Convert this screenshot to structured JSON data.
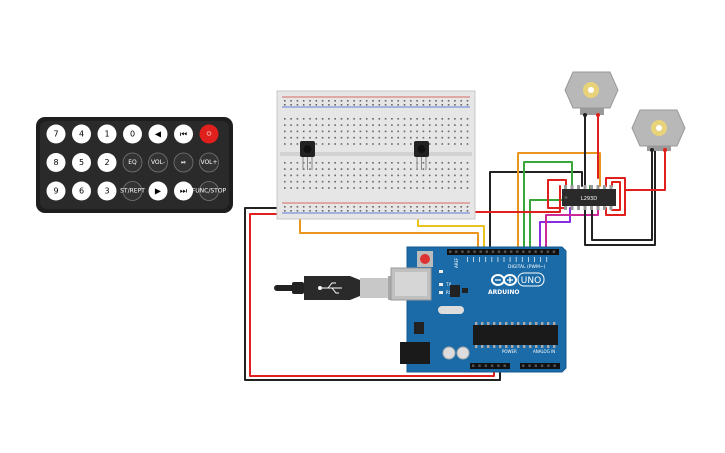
{
  "canvas": {
    "background": "#ffffff"
  },
  "remote": {
    "buttons": [
      {
        "label": "7",
        "kind": "digit"
      },
      {
        "label": "4",
        "kind": "digit"
      },
      {
        "label": "1",
        "kind": "digit"
      },
      {
        "label": "0",
        "kind": "digit"
      },
      {
        "label": "◀",
        "kind": "digit"
      },
      {
        "label": "⏮",
        "kind": "digit"
      },
      {
        "label": "⏻",
        "kind": "power"
      },
      {
        "label": "8",
        "kind": "digit"
      },
      {
        "label": "5",
        "kind": "digit"
      },
      {
        "label": "2",
        "kind": "digit"
      },
      {
        "label": "EQ",
        "kind": "dark"
      },
      {
        "label": "VOL-",
        "kind": "dark"
      },
      {
        "label": "⏯",
        "kind": "dark"
      },
      {
        "label": "VOL+",
        "kind": "dark"
      },
      {
        "label": "9",
        "kind": "digit"
      },
      {
        "label": "6",
        "kind": "digit"
      },
      {
        "label": "3",
        "kind": "digit"
      },
      {
        "label": "ST/REPT",
        "kind": "dark"
      },
      {
        "label": "▶",
        "kind": "digit"
      },
      {
        "label": "⏭",
        "kind": "digit"
      },
      {
        "label": "FUNC/STOP",
        "kind": "dark"
      }
    ]
  },
  "arduino": {
    "logo_text": "ARDUINO",
    "model": "UNO",
    "digital_label": "DIGITAL (PWM~)",
    "power_label": "POWER",
    "analog_label": "ANALOG IN",
    "aref_label": "AREF",
    "tx_label": "TX",
    "rx_label": "RX"
  },
  "driver_chip": {
    "label": "L293D"
  },
  "colors": {
    "wire_red": "#e0201c",
    "wire_black": "#222222",
    "wire_orange": "#e8961e",
    "wire_yellow": "#e8c21e",
    "wire_green": "#39a639",
    "wire_purple": "#8a2be2",
    "wire_magenta": "#cc2a9a",
    "board_blue": "#1a6ba8",
    "breadboard": "#e6e6e6",
    "motor_body": "#b8b8b8"
  }
}
